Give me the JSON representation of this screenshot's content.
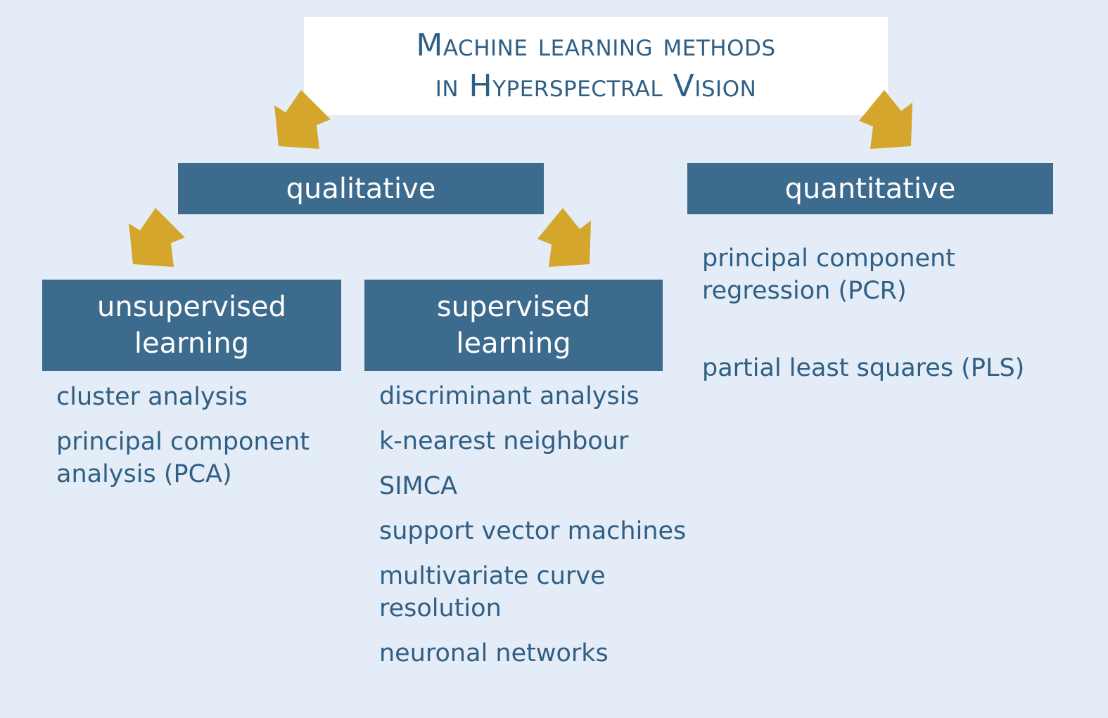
{
  "title": {
    "line1": "Machine learning methods",
    "line2": "in Hyperspectral Vision"
  },
  "categories": {
    "qualitative": "qualitative",
    "quantitative": "quantitative",
    "unsupervised": {
      "line1": "unsupervised",
      "line2": "learning"
    },
    "supervised": {
      "line1": "supervised",
      "line2": "learning"
    }
  },
  "methods": {
    "unsupervised": [
      "cluster analysis",
      "principal component analysis (PCA)"
    ],
    "supervised": [
      "discriminant analysis",
      "k-nearest neighbour",
      "SIMCA",
      "support vector machines",
      "multivariate curve resolution",
      "neuronal networks"
    ],
    "quantitative": [
      "principal component regression (PCR)",
      "partial least squares (PLS)"
    ]
  },
  "colors": {
    "background": "#e4ecf7",
    "box_fill": "#3d6b8e",
    "text_blue": "#2f5f84",
    "arrow": "#d4a72c"
  },
  "icons": {
    "arrow": "down-arrow-icon"
  }
}
